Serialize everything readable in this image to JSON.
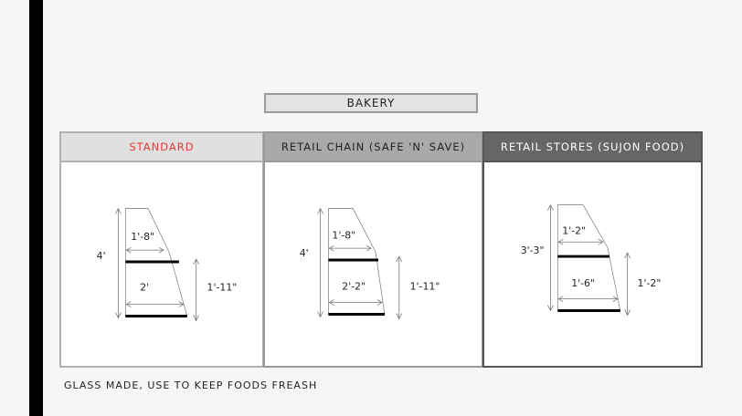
{
  "title": "BAKERY",
  "panels": [
    {
      "header": "STANDARD",
      "total_height": "4'",
      "upper_depth": "1'-8\"",
      "lower_depth": "2'",
      "lower_height": "1'-11\""
    },
    {
      "header": "RETAIL CHAIN (SAFE 'N' SAVE)",
      "total_height": "4'",
      "upper_depth": "1'-8\"",
      "lower_depth": "2'-2\"",
      "lower_height": "1'-11\""
    },
    {
      "header": "RETAIL STORES (SUJON FOOD)",
      "total_height": "3'-3\"",
      "upper_depth": "1'-2\"",
      "lower_depth": "1'-6\"",
      "lower_height": "1'-2\""
    }
  ],
  "footnote": "GLASS MADE, USE TO KEEP FOODS FREASH"
}
